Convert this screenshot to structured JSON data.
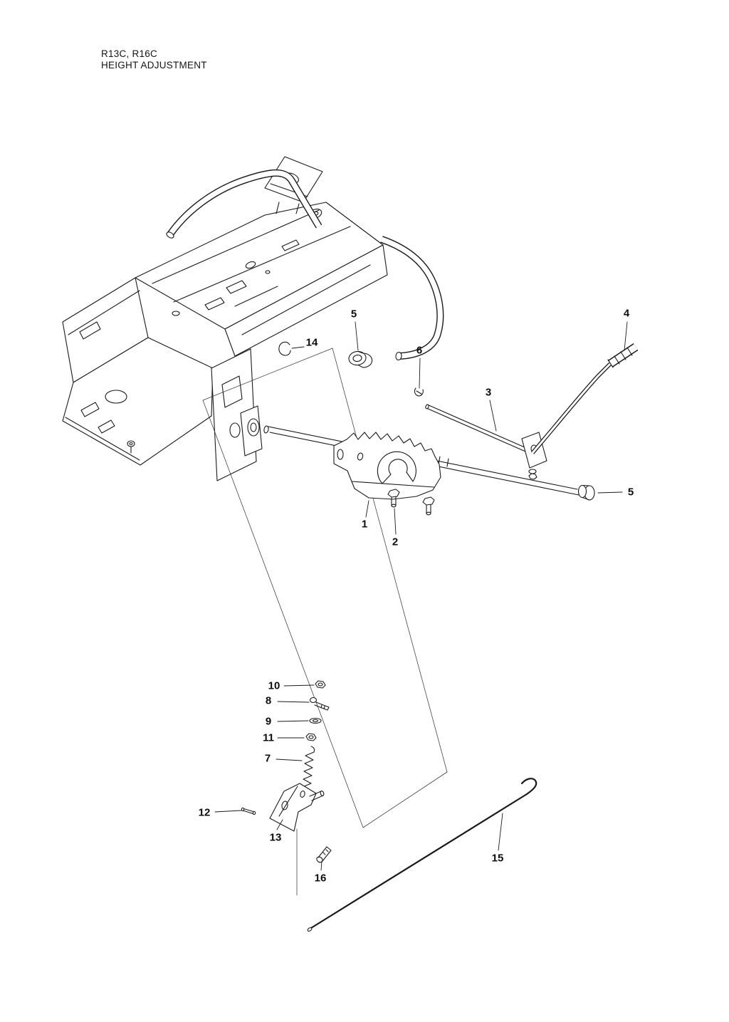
{
  "doc": {
    "title_line1": "R13C, R16C",
    "title_line2": "HEIGHT ADJUSTMENT"
  },
  "callouts": [
    {
      "label": "1"
    },
    {
      "label": "2"
    },
    {
      "label": "3"
    },
    {
      "label": "4"
    },
    {
      "label": "5"
    },
    {
      "label": "5"
    },
    {
      "label": "6"
    },
    {
      "label": "7"
    },
    {
      "label": "8"
    },
    {
      "label": "9"
    },
    {
      "label": "10"
    },
    {
      "label": "11"
    },
    {
      "label": "12"
    },
    {
      "label": "13"
    },
    {
      "label": "14"
    },
    {
      "label": "15"
    },
    {
      "label": "16"
    }
  ],
  "colors": {
    "line": "#1a1a1a",
    "background": "#ffffff"
  }
}
